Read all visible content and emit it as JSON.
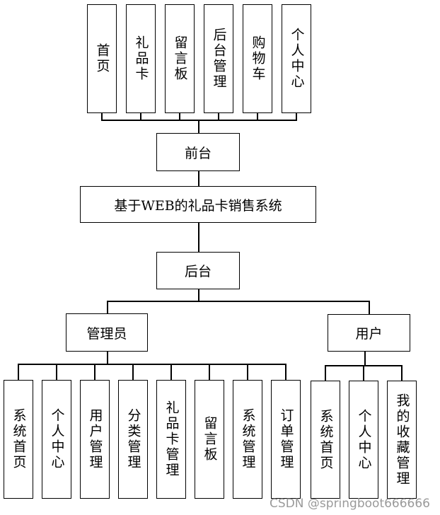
{
  "frontend": {
    "title": "前台",
    "items": [
      "首页",
      "礼品卡",
      "留言板",
      "后台管理",
      "购物车",
      "个人中心"
    ]
  },
  "system": {
    "title": "基于WEB的礼品卡销售系统"
  },
  "backend": {
    "title": "后台",
    "admin": {
      "title": "管理员",
      "items": [
        "系统首页",
        "个人中心",
        "用户管理",
        "分类管理",
        "礼品卡管理",
        "留言板",
        "系统管理",
        "订单管理"
      ]
    },
    "user": {
      "title": "用户",
      "items": [
        "系统首页",
        "个人中心",
        "我的收藏管理"
      ]
    }
  },
  "watermark": "CSDN @springboot666666"
}
